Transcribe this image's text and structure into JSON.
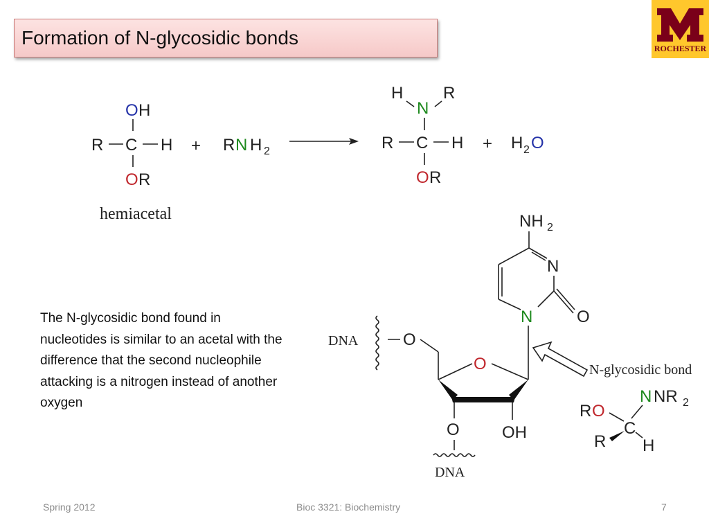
{
  "slide": {
    "title": "Formation of N-glycosidic bonds",
    "logo_text": "ROCHESTER",
    "body": "The N-glycosidic bond found in nucleotides is similar to an acetal with the difference that the second nucleophile attacking is a nitrogen instead of another oxygen",
    "footer_left": "Spring 2012",
    "footer_center": "Bioc 3321: Biochemistry",
    "footer_right": "7"
  },
  "reaction": {
    "r": "R",
    "c": "C",
    "h": "H",
    "o": "O",
    "n": "N",
    "plus": "+",
    "nh2": "H",
    "sub2": "2",
    "hemiacetal": "hemiacetal"
  },
  "nucleotide": {
    "nh2_label": "NH",
    "sub2": "2",
    "n": "N",
    "o": "O",
    "oh": "OH",
    "dna": "DNA",
    "bond_label": "N-glycosidic bond",
    "nr2": "NR",
    "r": "R",
    "c": "C",
    "h": "H"
  },
  "colors": {
    "oxygen": "#c0272d",
    "nitrogen_top": "#2432a8",
    "nitrogen": "#1f8a1f"
  }
}
